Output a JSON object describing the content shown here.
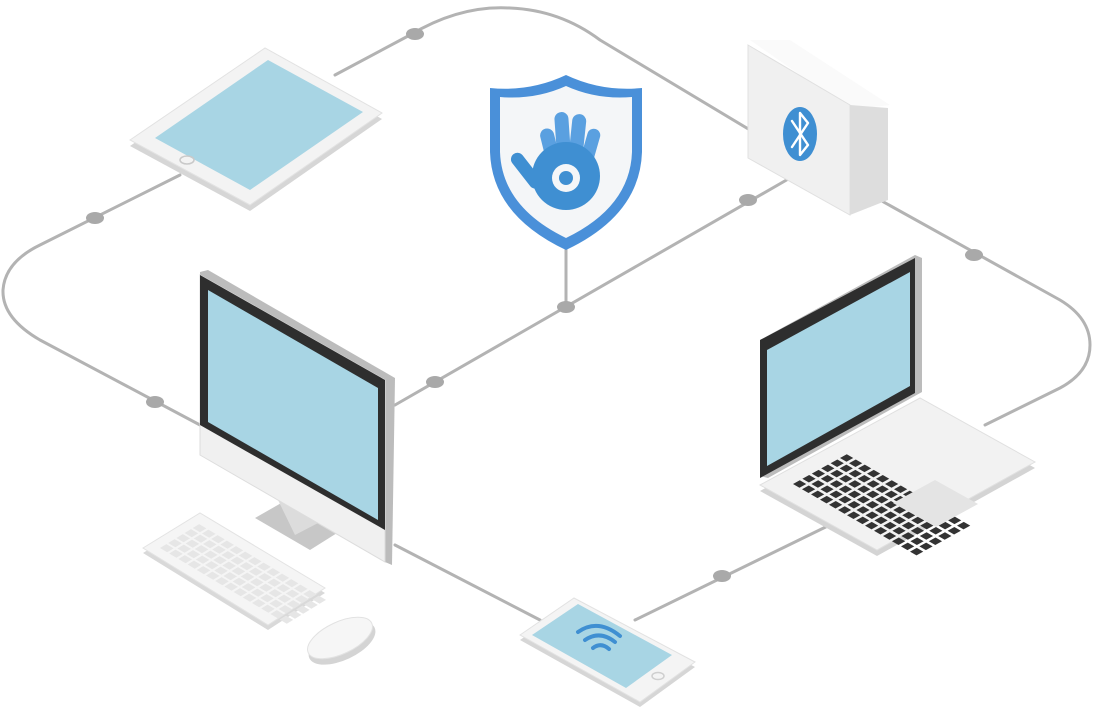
{
  "diagram": {
    "colors": {
      "background": "#ffffff",
      "connector": "#b3b3b3",
      "node_dot": "#a9a9a9",
      "screen": "#a8d5e4",
      "device_body": "#f1f1f1",
      "device_edge": "#d8d8d8",
      "bezel_dark": "#2e2e2e",
      "shield_blue": "#4a90d9",
      "icon_blue": "#3f8fd2",
      "key_dark": "#333333"
    },
    "nodes": [
      {
        "id": "tablet",
        "icon": "tablet-icon"
      },
      {
        "id": "bluetooth-hub",
        "icon": "bluetooth-icon"
      },
      {
        "id": "shield",
        "icon": "hand-shield-icon"
      },
      {
        "id": "desktop",
        "icon": "imac-icon"
      },
      {
        "id": "laptop",
        "icon": "laptop-icon"
      },
      {
        "id": "smartphone",
        "icon": "wifi-icon"
      },
      {
        "id": "keyboard",
        "icon": "keyboard-icon"
      },
      {
        "id": "mouse",
        "icon": "mouse-icon"
      }
    ]
  }
}
